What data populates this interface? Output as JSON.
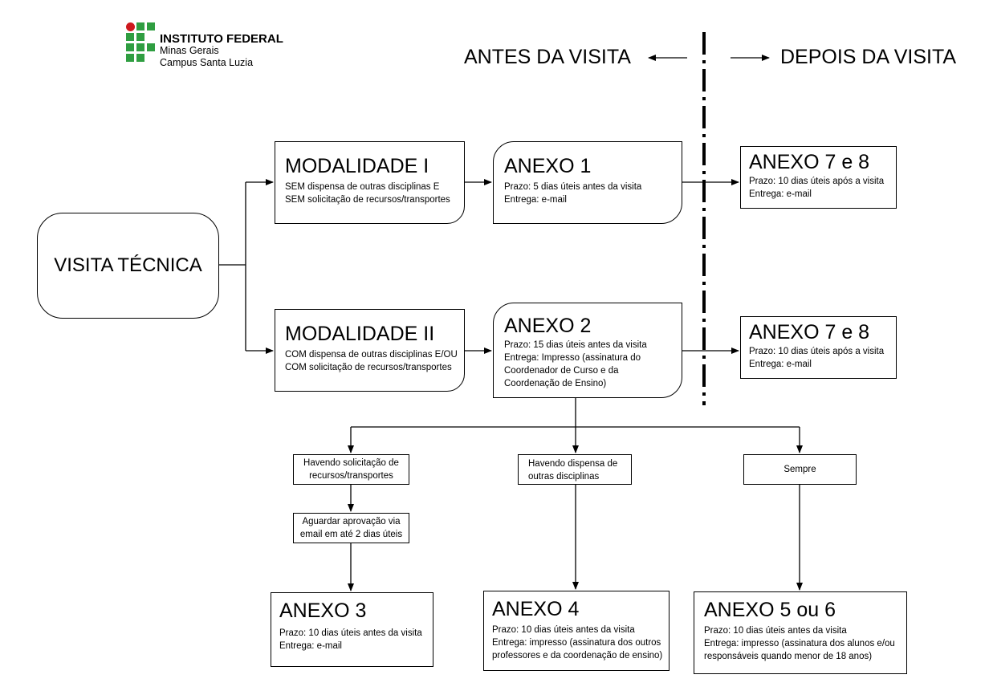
{
  "logo": {
    "institution": "INSTITUTO FEDERAL",
    "line2": "Minas Gerais",
    "line3": "Campus Santa Luzia",
    "colors": {
      "green": "#2f9e41",
      "red": "#cd191e"
    }
  },
  "header": {
    "before": "ANTES DA VISITA",
    "after": "DEPOIS DA VISITA"
  },
  "nodes": {
    "root": {
      "title": "VISITA TÉCNICA"
    },
    "mod1": {
      "title": "MODALIDADE I",
      "line1": "SEM dispensa de outras disciplinas E",
      "line2": "SEM solicitação de recursos/transportes"
    },
    "mod2": {
      "title": "MODALIDADE II",
      "line1": "COM dispensa de outras disciplinas E/OU",
      "line2": "COM solicitação de recursos/transportes"
    },
    "anexo1": {
      "title": "ANEXO 1",
      "line1": "Prazo: 5 dias úteis antes da visita",
      "line2": "Entrega: e-mail"
    },
    "anexo2": {
      "title": "ANEXO 2",
      "line1": "Prazo: 15 dias úteis antes da visita",
      "line2": "Entrega: Impresso (assinatura do",
      "line3": "Coordenador de Curso e da",
      "line4": "Coordenação de Ensino)"
    },
    "anexo78a": {
      "title": "ANEXO 7 e 8",
      "line1": "Prazo: 10 dias úteis após a visita",
      "line2": "Entrega: e-mail"
    },
    "anexo78b": {
      "title": "ANEXO 7 e 8",
      "line1": "Prazo: 10 dias úteis após a visita",
      "line2": "Entrega: e-mail"
    },
    "cond_recursos": {
      "line1": "Havendo solicitação de",
      "line2": "recursos/transportes"
    },
    "cond_dispensa": {
      "line1": "Havendo dispensa de",
      "line2": "outras disciplinas"
    },
    "cond_sempre": {
      "line1": "Sempre"
    },
    "aguardar": {
      "line1": "Aguardar aprovação via",
      "line2": "email em até 2 dias úteis"
    },
    "anexo3": {
      "title": "ANEXO 3",
      "line1": "Prazo: 10 dias úteis antes da visita",
      "line2": "Entrega: e-mail"
    },
    "anexo4": {
      "title": "ANEXO 4",
      "line1": "Prazo: 10 dias úteis antes da visita",
      "line2": "Entrega: impresso (assinatura dos outros",
      "line3": "professores e da coordenação de ensino)"
    },
    "anexo56": {
      "title": "ANEXO 5 ou 6",
      "line1": "Prazo: 10 dias úteis antes da visita",
      "line2": "Entrega: impresso (assinatura dos alunos e/ou",
      "line3": "responsáveis quando menor de 18 anos)"
    }
  }
}
